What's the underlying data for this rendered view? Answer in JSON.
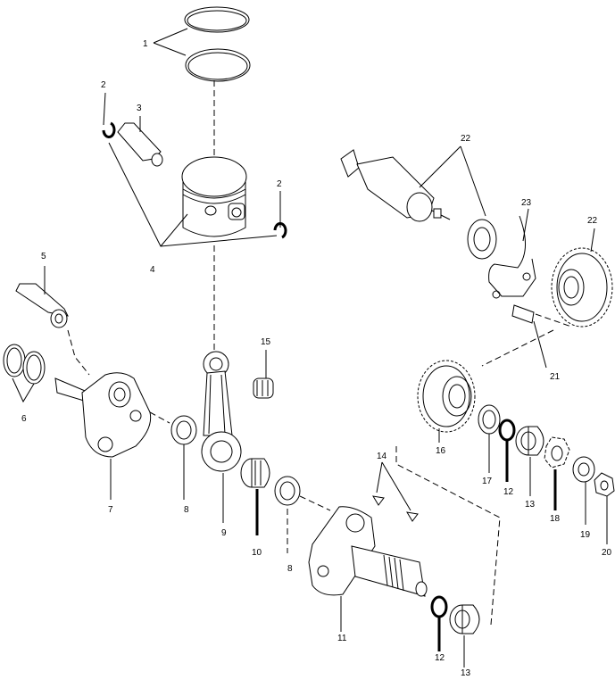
{
  "callouts": {
    "c1": "1",
    "c2a": "2",
    "c2b": "2",
    "c3": "3",
    "c4": "4",
    "c5": "5",
    "c6": "6",
    "c7": "7",
    "c8a": "8",
    "c8b": "8",
    "c9": "9",
    "c10": "10",
    "c11": "11",
    "c12a": "12",
    "c12b": "12",
    "c13a": "13",
    "c13b": "13",
    "c14": "14",
    "c15": "15",
    "c16": "16",
    "c17": "17",
    "c18": "18",
    "c19": "19",
    "c20": "20",
    "c21": "21",
    "c22a": "22",
    "c22b": "22",
    "c23": "23"
  }
}
